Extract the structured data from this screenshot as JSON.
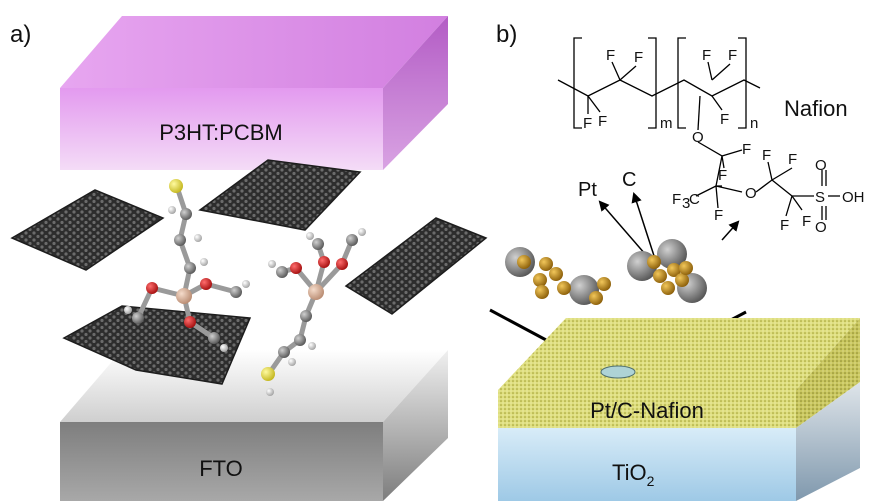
{
  "panels": {
    "a": {
      "label": "a)",
      "top_layer": "P3HT:PCBM",
      "bottom_layer": "FTO",
      "colors": {
        "top": "#d48be3",
        "bottom": "#8e8e8e",
        "graphene": "#3a3a3a"
      }
    },
    "b": {
      "label": "b)",
      "polymer_name": "Nafion",
      "pt_label": "Pt",
      "c_label": "C",
      "coating_label": "Pt/C-Nafion",
      "substrate_label": "TiO",
      "substrate_subscript": "2",
      "structure_text": {
        "f": "F",
        "m": "m",
        "n": "n",
        "o": "O",
        "oh": "OH",
        "s": "S",
        "cf3": "F",
        "cf3_sub": "3",
        "cf3_c": "C"
      },
      "colors": {
        "coating": "#d7d56a",
        "substrate": "#b9d9ee",
        "pt": "#c8961c",
        "carbon": "#7c7c7c"
      }
    }
  }
}
